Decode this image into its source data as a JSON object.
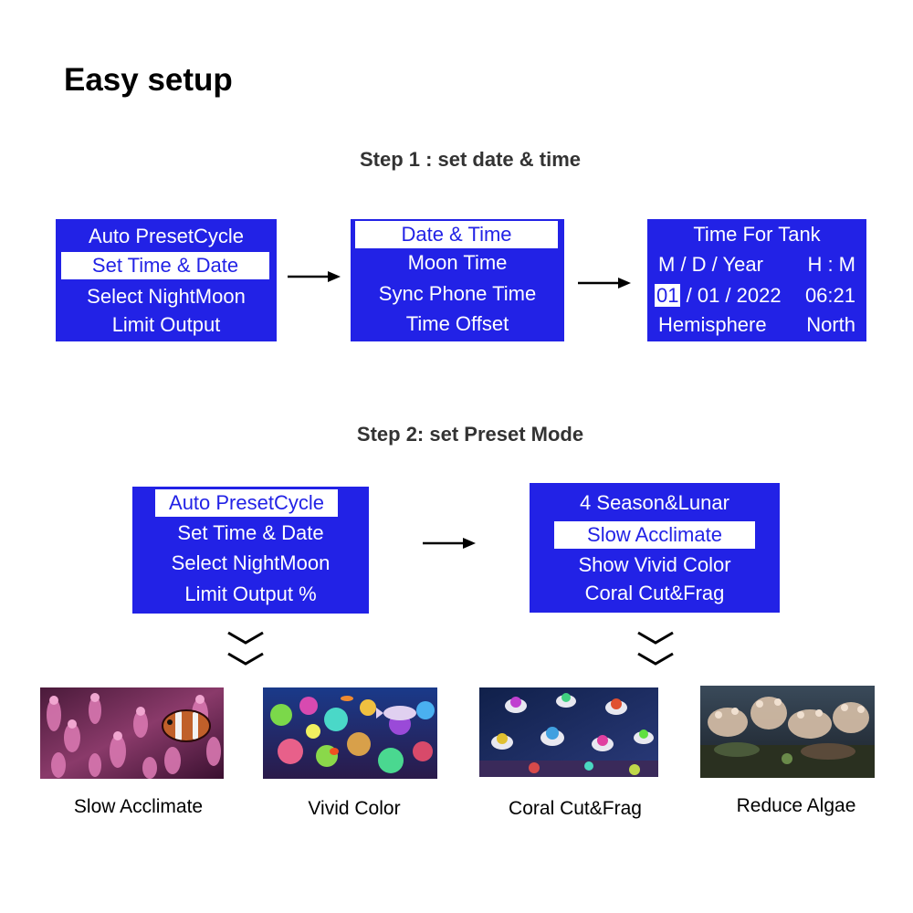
{
  "page": {
    "title": "Easy setup",
    "step1_label": "Step 1 : set date & time",
    "step2_label": "Step 2: set Preset Mode"
  },
  "screen_a": {
    "items": [
      "Auto PresetCycle",
      "Set Time & Date",
      "Select NightMoon",
      "Limit Output"
    ],
    "selected_index": 1
  },
  "screen_b": {
    "items": [
      "Date & Time",
      "Moon Time",
      "Sync Phone Time",
      "Time Offset"
    ],
    "selected_index": 0
  },
  "screen_c": {
    "title": "Time For Tank",
    "date_format": "M / D / Year",
    "time_format": "H : M",
    "month": "01",
    "date_rest": "/ 01 / 2022",
    "time": "06:21",
    "hemisphere_label": "Hemisphere",
    "hemisphere_value": "North"
  },
  "screen_d": {
    "items": [
      "Auto PresetCycle",
      "Set Time & Date",
      "Select NightMoon",
      "Limit Output %"
    ],
    "selected_index": 0
  },
  "screen_e": {
    "items": [
      "4 Season&Lunar",
      "Slow Acclimate",
      "Show Vivid Color",
      "Coral Cut&Frag"
    ],
    "selected_index": 1
  },
  "presets": [
    {
      "caption": "Slow Acclimate",
      "image": "clownfish-anemone-photo"
    },
    {
      "caption": "Vivid Color",
      "image": "colorful-reef-photo"
    },
    {
      "caption": "Coral Cut&Frag",
      "image": "coral-frag-photo"
    },
    {
      "caption": "Reduce Algae",
      "image": "soft-coral-photo"
    }
  ],
  "colors": {
    "screen_bg": "#2222e6",
    "screen_text": "#ffffff",
    "selection_bg": "#ffffff"
  }
}
